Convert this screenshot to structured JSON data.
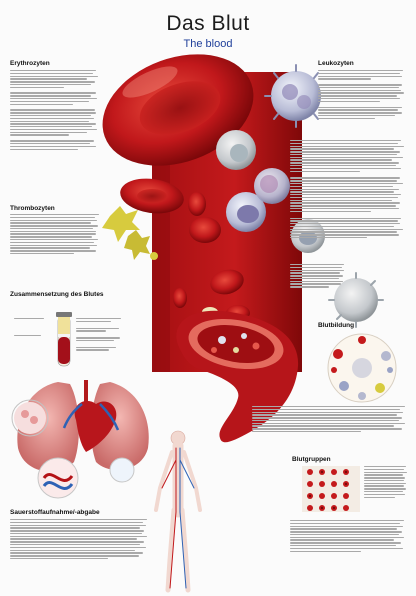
{
  "poster": {
    "title": "Das Blut",
    "subtitle": "The blood",
    "colors": {
      "background": "#fbfbfb",
      "accent_red": "#b41216",
      "title_blue": "#1f3f9a",
      "text": "#1c1c1c"
    }
  },
  "sections": {
    "erythrocytes": "Erythrozyten",
    "thrombocytes": "Thrombozyten",
    "composition": "Zusammensetzung des Blutes",
    "leukocytes": "Leukozyten",
    "hematopoiesis": "Blutbildung",
    "blood_groups": "Blutgruppen",
    "oxygen": "Sauerstoffaufnahme/-abgabe"
  }
}
